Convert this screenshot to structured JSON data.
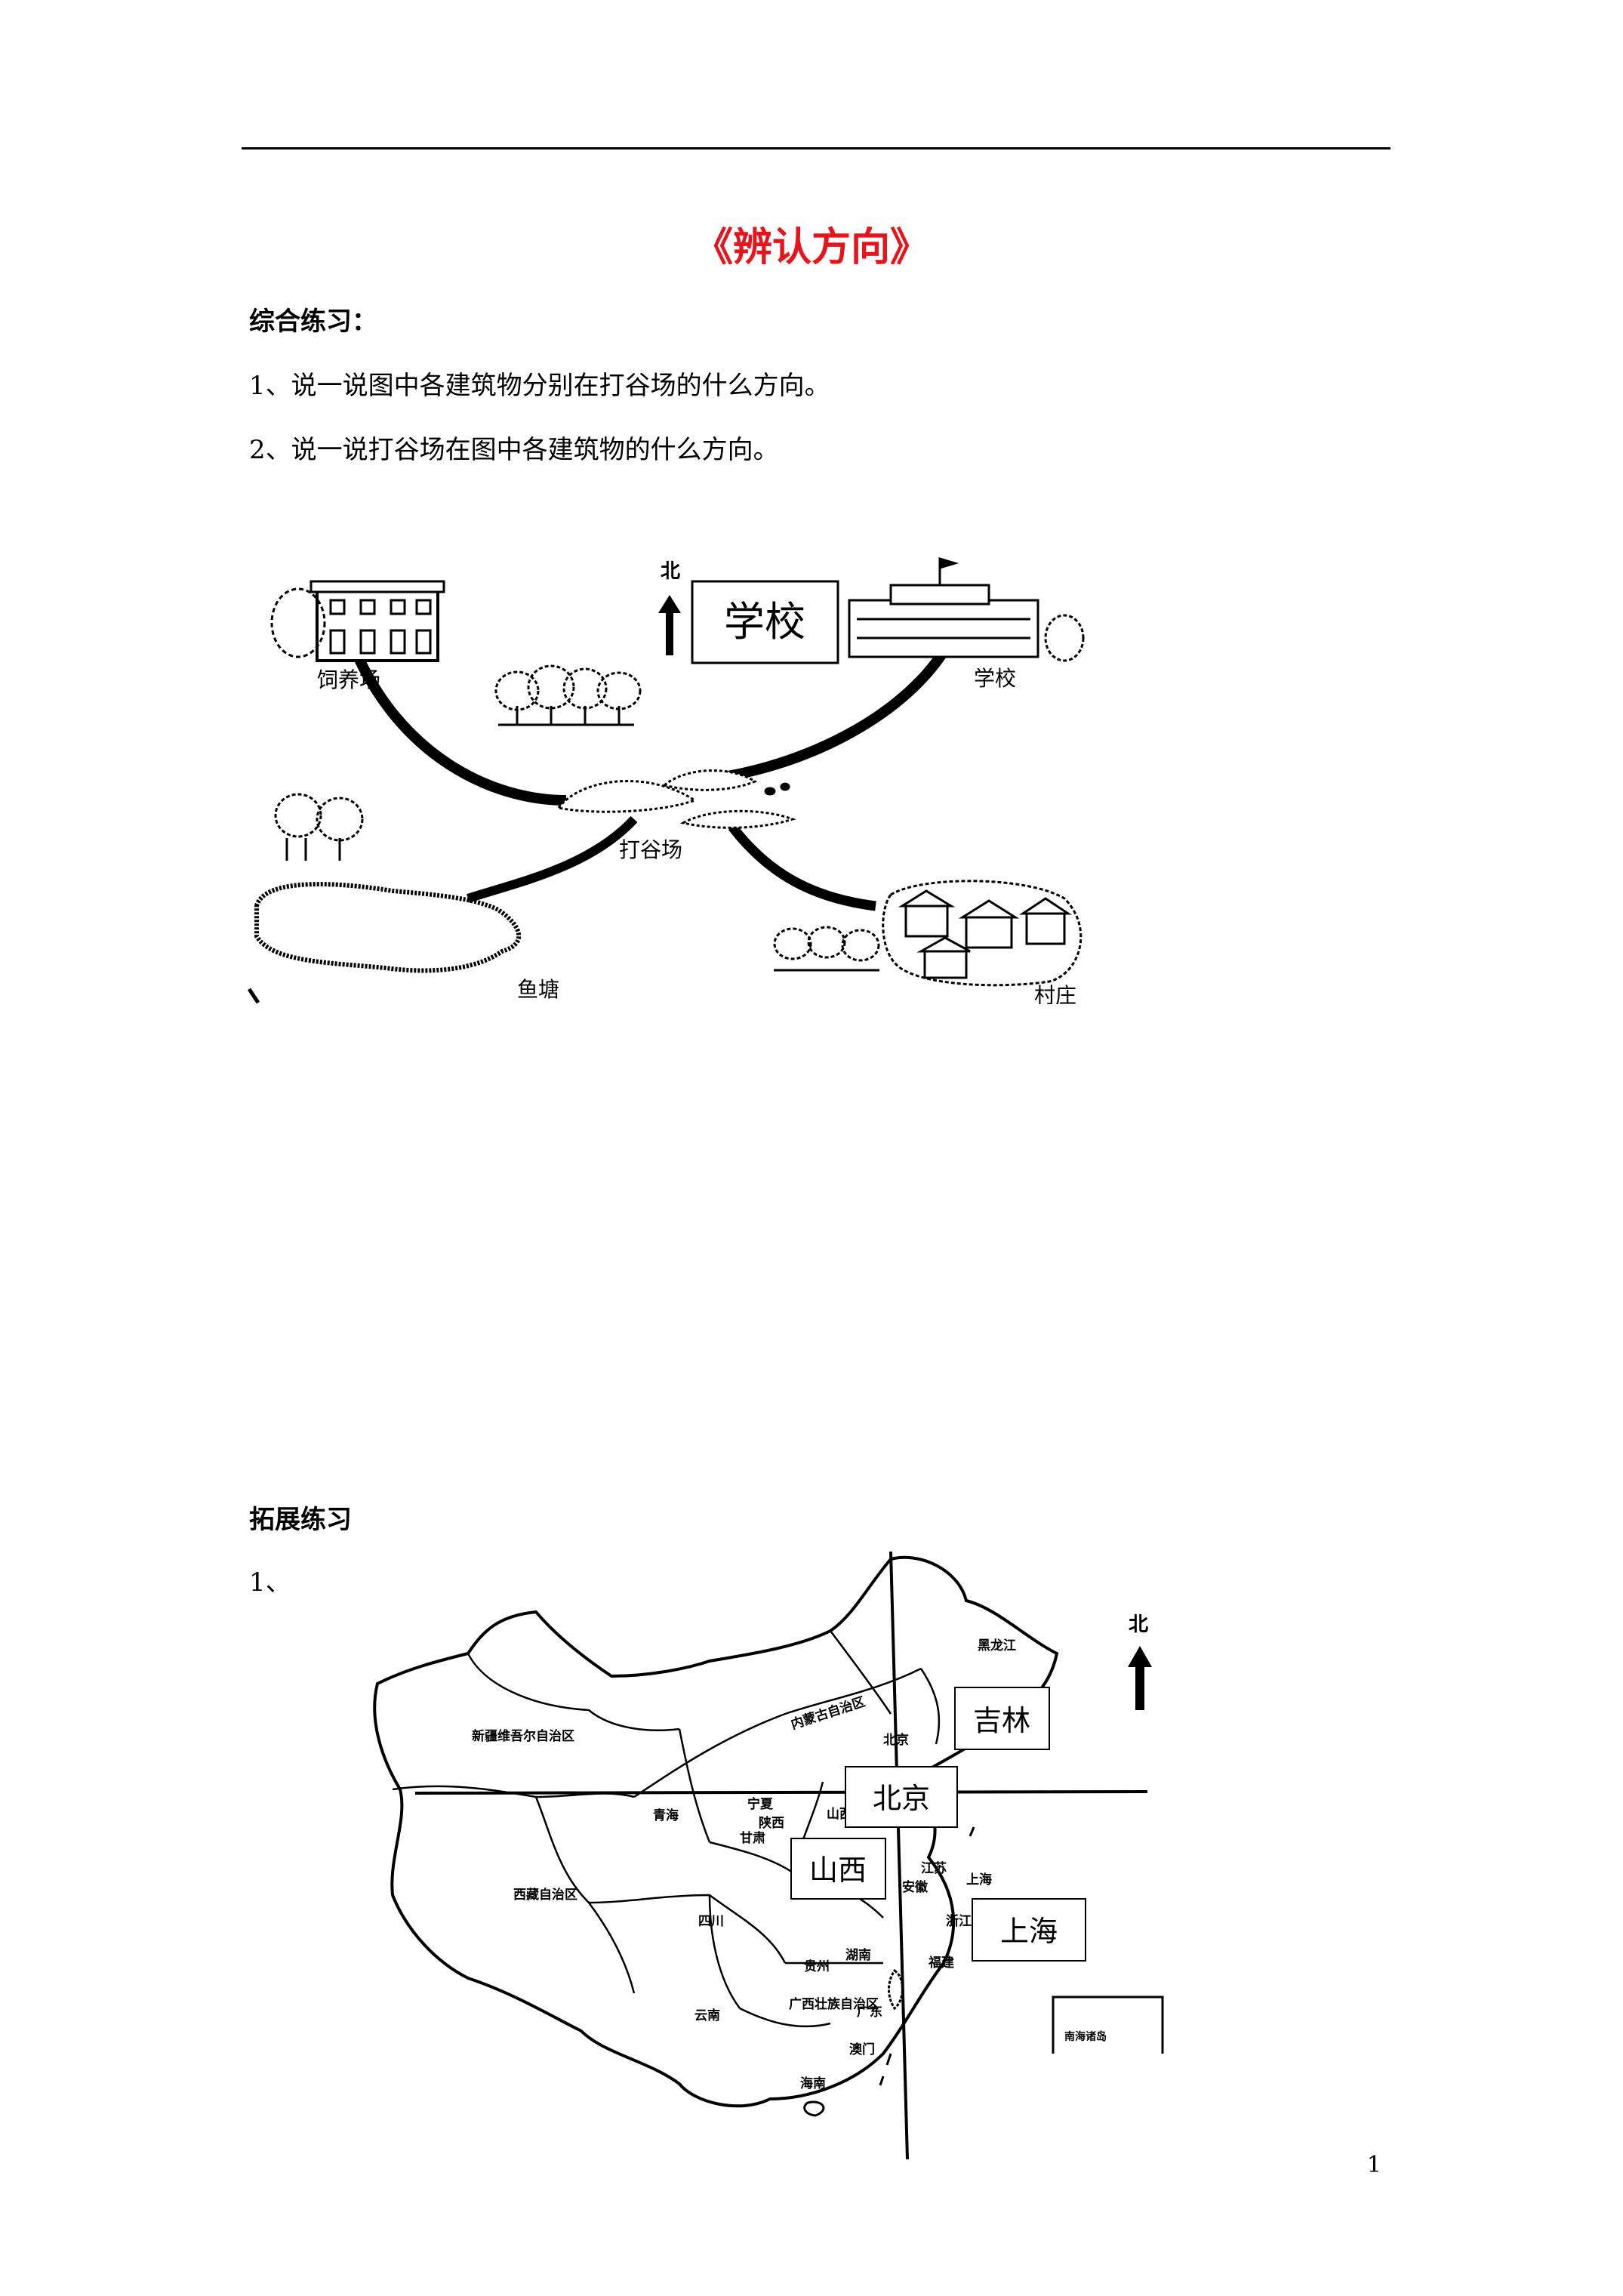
{
  "header": {
    "title": "《辨认方向》"
  },
  "section1": {
    "heading": "综合练习：",
    "questions": [
      "1、说一说图中各建筑物分别在打谷场的什么方向。",
      "2、说一说打谷场在图中各建筑物的什么方向。"
    ],
    "figure": {
      "north_label": "北",
      "box_label": "学校",
      "places": {
        "farm": "饲养场",
        "school": "学校",
        "threshing_ground": "打谷场",
        "fish_pond": "鱼塘",
        "village": "村庄"
      }
    }
  },
  "section2": {
    "heading": "拓展练习",
    "question_number": "1、",
    "map": {
      "north_label": "北",
      "boxes": {
        "jilin": "吉林",
        "beijing": "北京",
        "shanxi": "山西",
        "shanghai": "上海"
      },
      "regions": {
        "heilongjiang": "黑龙江",
        "xinjiang": "新疆维吾尔自治区",
        "neimenggu": "内蒙古自治区",
        "qinghai": "青海",
        "xizang": "西藏自治区",
        "sichuan": "四川",
        "gansu": "甘肃",
        "ningxia": "宁夏",
        "shaanxi": "陕西",
        "shanxi_small": "山西",
        "guizhou": "贵州",
        "hunan": "湖南",
        "yunnan": "云南",
        "guangxi": "广西壮族自治区",
        "guangdong": "广东",
        "hainan": "海南",
        "anhui": "安徽",
        "zhejiang": "浙江",
        "jiangsu": "江苏",
        "fujian": "福建",
        "shanghai_small": "上海",
        "beijing_small": "北京",
        "nanhai": "南海诸岛",
        "macao": "澳门"
      }
    }
  },
  "footer": {
    "page_number": "1"
  }
}
